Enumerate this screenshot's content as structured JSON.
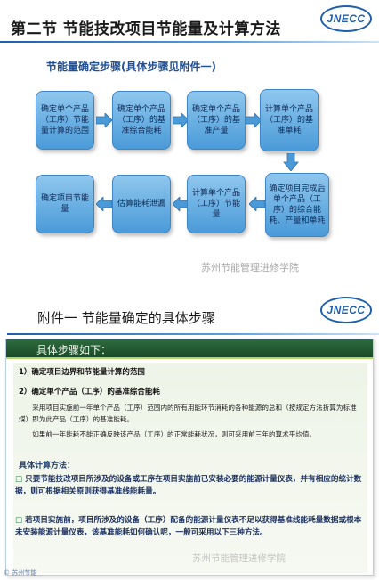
{
  "slide1": {
    "title": "第二节  节能技改项目节能量及计算方法",
    "logo": "JNECC",
    "subtitle": "节能量确定步骤(具体步骤见附件一)",
    "steps": [
      "确定单个产品（工序）节能量计算的范围",
      "确定单个产品（工序）的基准综合能耗",
      "确定单个产品（工序）的基准产量",
      "计算单个产品（工序）的基准单耗",
      "确定项目完成后单个产品（工序）的综合能耗、产量和单耗",
      "计算单个产品（工序）节能量",
      "估算能耗泄漏",
      "确定项目节能量"
    ],
    "watermark": "苏州节能管理进修学院"
  },
  "slide2": {
    "title": "附件一  节能量确定的具体步骤",
    "logo": "JNECC",
    "panel_header": "具体步骤如下：",
    "item1": "1）确定项目边界和节能量计算的范围",
    "item2": "2）确定单个产品（工序）的基准综合能耗",
    "para1": "采用项目实施前一年单个产品（工序）范围内的所有用能环节消耗的各种能源的总和（按规定方法折算为标准煤）即为此产品（工序）的基准能耗。",
    "para2": "如果前一年能耗不能正确反映该产品（工序）的正常能耗状况，则可采用前三年的算术平均值。",
    "calc_heading": "具体计算方法：",
    "bullet1": "只要节能技改项目所涉及的设备或工序在项目实施前已安装必要的能源计量仪表，并有相应的统计数据，则可根据相关原则获得基准线能耗量。",
    "bullet2": "若项目实施前，项目所涉及的设备（工序）配备的能源计量仪表不足以获得基准线能耗量数据或根本未安装能源计量仪表，该基准能耗如何确认呢，一般可采用以下三种方法。",
    "watermark": "苏州节能管理进修学院",
    "footer": "© 苏州节能"
  },
  "colors": {
    "box_top": "#8fc7ee",
    "box_bottom": "#4a9ad8",
    "panel_header": "#2d6b3d",
    "accent_blue": "#1f5fae"
  }
}
